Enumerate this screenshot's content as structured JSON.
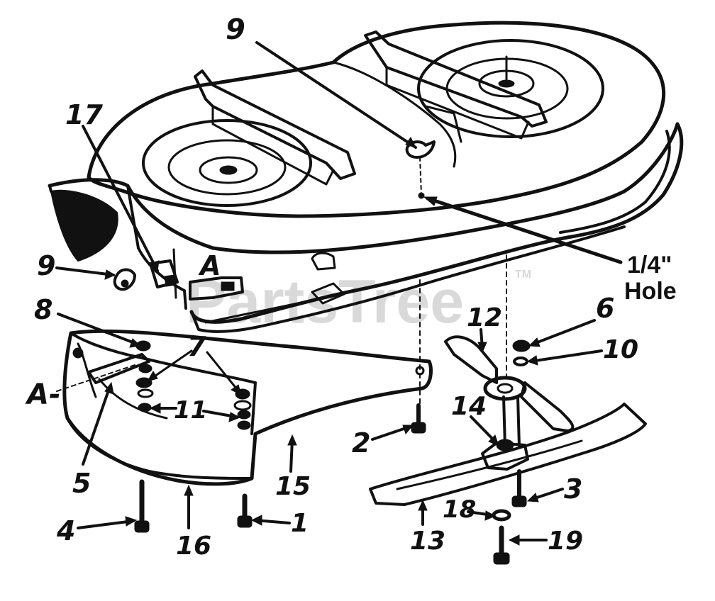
{
  "watermark": {
    "text": "PartsTree",
    "tm": "TM"
  },
  "callouts": {
    "c1": "1",
    "c2": "2",
    "c3": "3",
    "c4": "4",
    "c5": "5",
    "c6": "6",
    "c7": "7",
    "c8": "8",
    "c9_top": "9",
    "c9_left": "9",
    "c10": "10",
    "c11": "11",
    "c12": "12",
    "c13": "13",
    "c14": "14",
    "c15": "15",
    "c16": "16",
    "c17": "17",
    "c18": "18",
    "c19": "19",
    "a_upper": "A",
    "a_lower": "A-"
  },
  "hole_note": {
    "line1": "1/4\"",
    "line2": "Hole"
  }
}
